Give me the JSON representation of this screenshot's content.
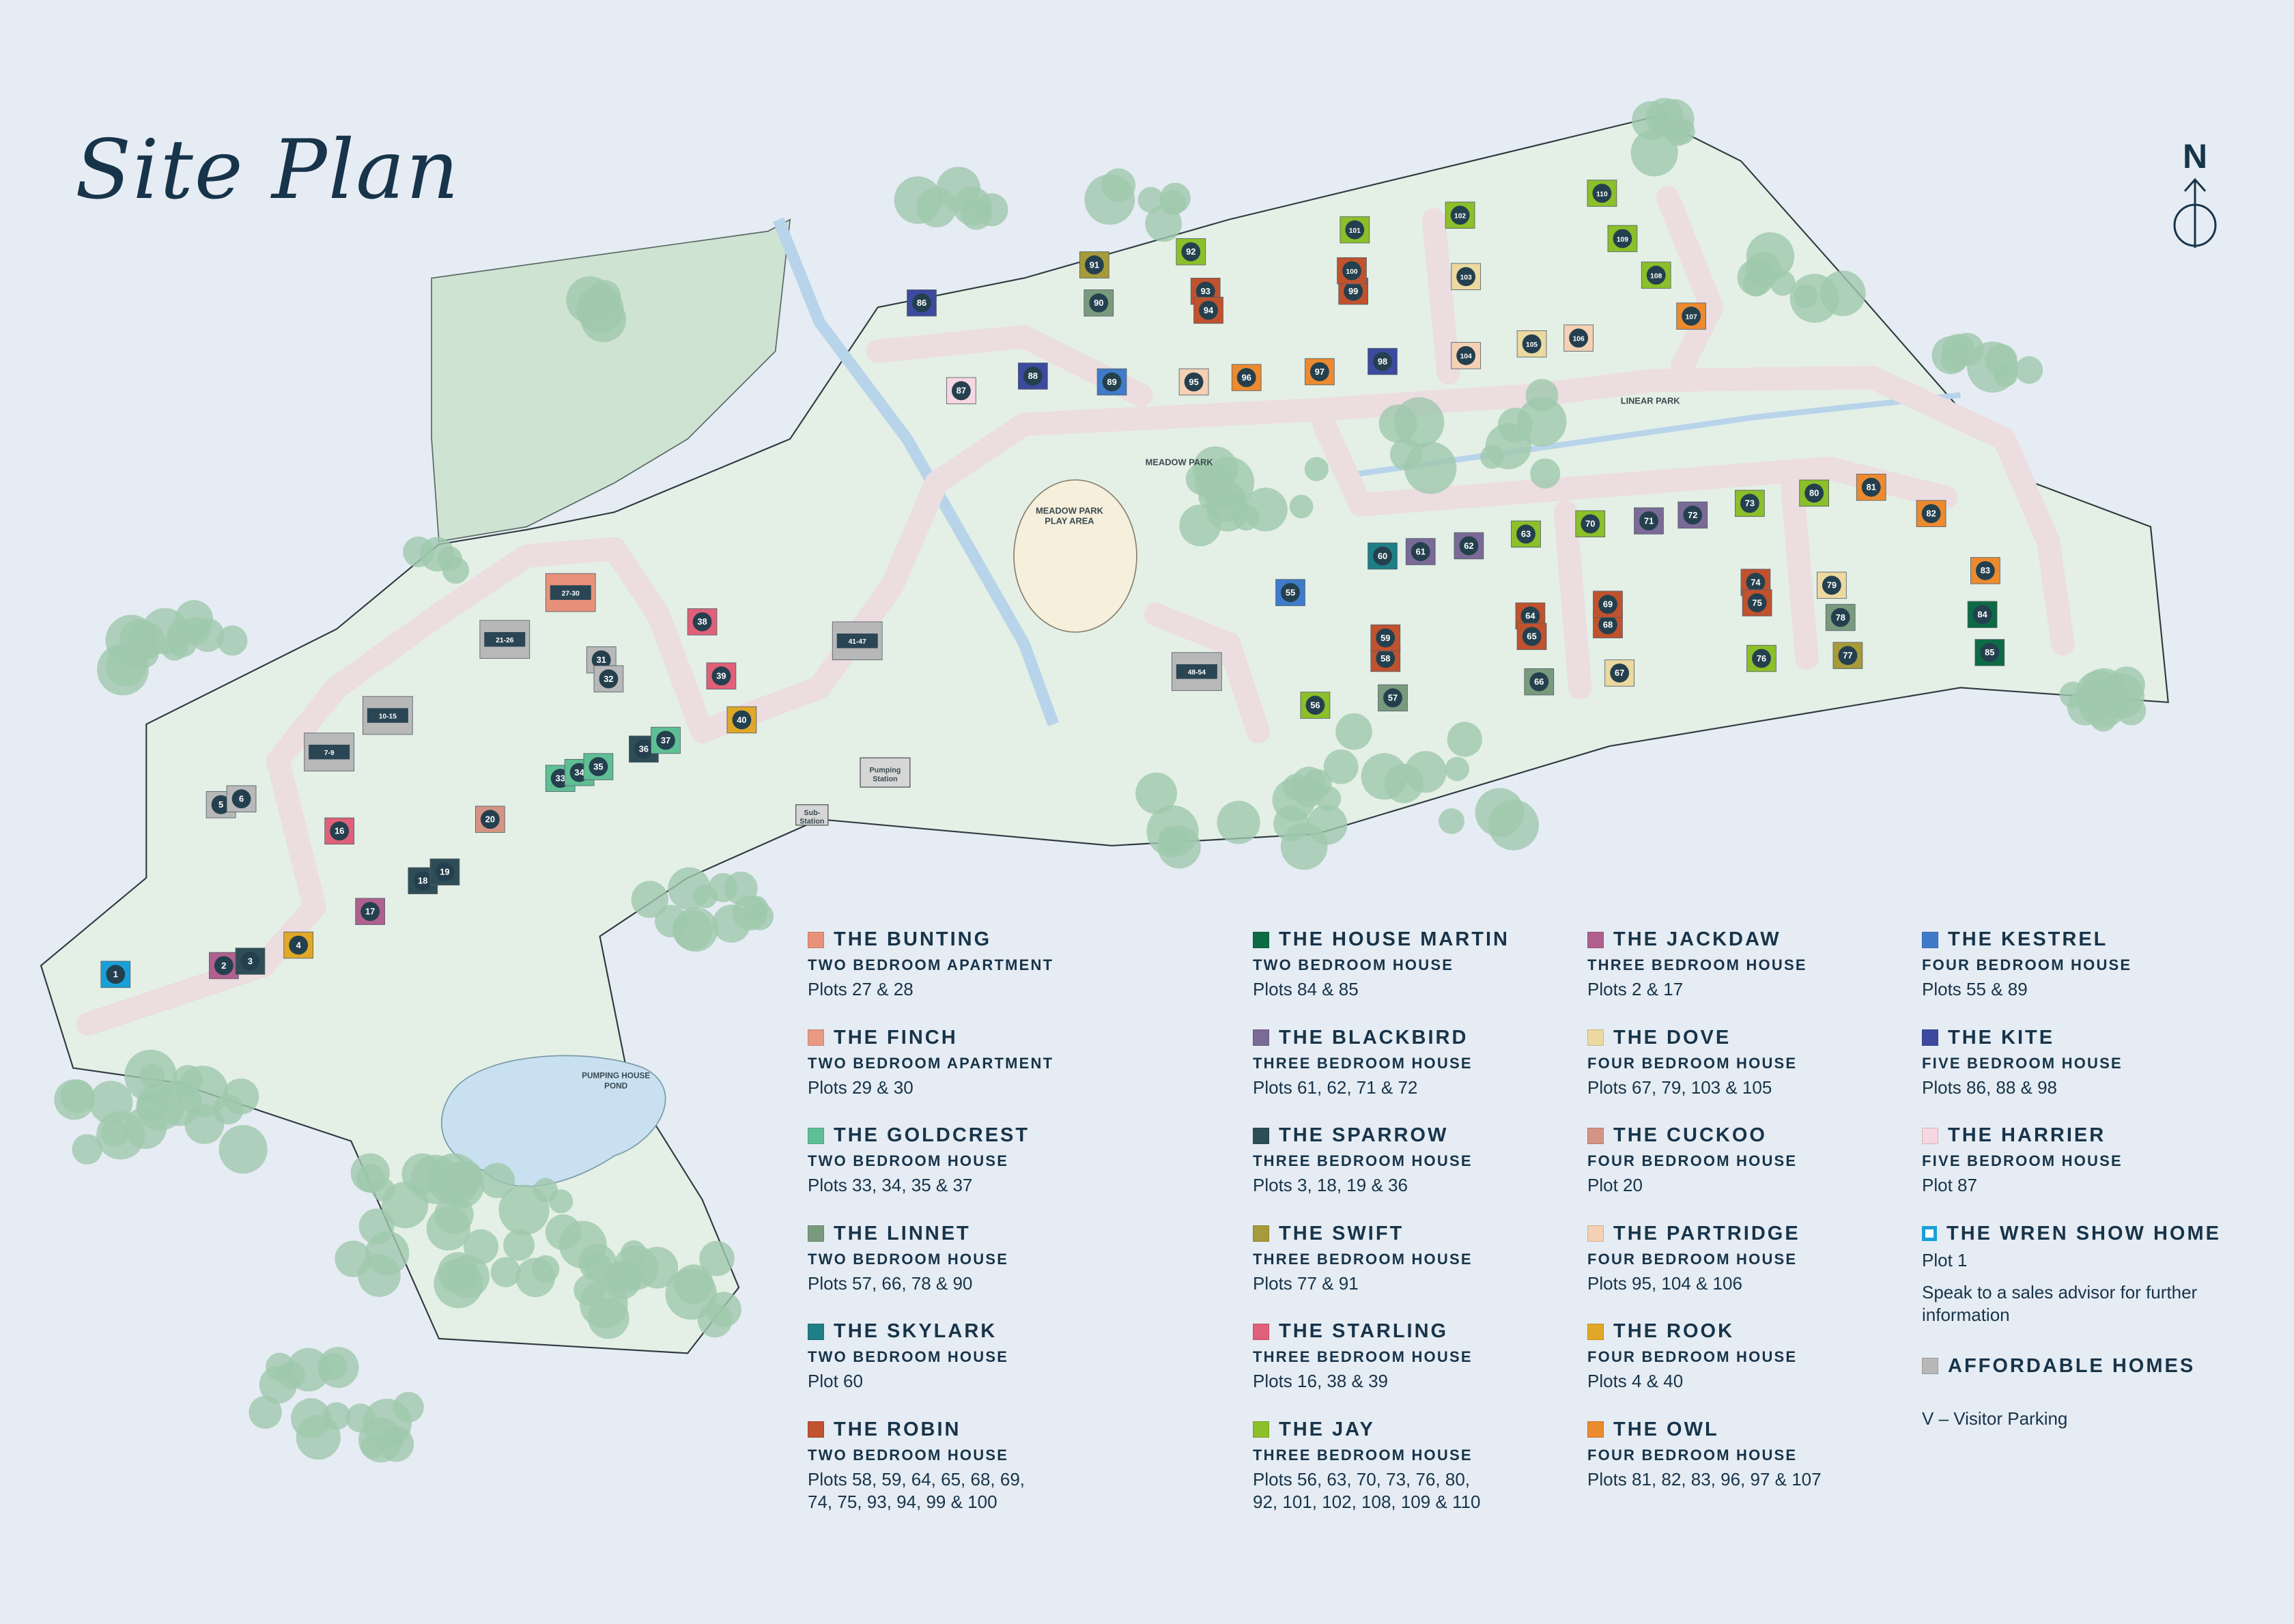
{
  "title": "Site Plan",
  "north_label": "N",
  "map_labels": {
    "linear_park": "LINEAR PARK",
    "meadow_park": "MEADOW PARK",
    "play_area_1": "MEADOW PARK",
    "play_area_2": "PLAY AREA",
    "pond_1": "PUMPING HOUSE",
    "pond_2": "POND",
    "pumping_1": "Pumping",
    "pumping_2": "Station",
    "sub_1": "Sub-",
    "sub_2": "Station"
  },
  "colors": {
    "bunting": "#e8917a",
    "finch": "#e99a82",
    "goldcrest": "#5fbf94",
    "linnet": "#7a9a7e",
    "skylark": "#1e7f86",
    "robin": "#c0522e",
    "house_martin": "#0c6b45",
    "blackbird": "#7a6a96",
    "sparrow": "#2f4d56",
    "swift": "#a69a3a",
    "starling": "#e0607a",
    "jay": "#8cbf2a",
    "jackdaw": "#b0608e",
    "dove": "#ecd9a0",
    "cuckoo": "#d49484",
    "partridge": "#f5d0b4",
    "rook": "#e0a828",
    "owl": "#ec8a30",
    "kestrel": "#3f7bc8",
    "kite": "#3d4aa0",
    "harrier": "#f6d6e0",
    "wren": "#1aa0d8",
    "affordable": "#b8b8b8"
  },
  "legend": {
    "columns": [
      [
        {
          "key": "bunting",
          "name": "THE BUNTING",
          "type": "TWO BEDROOM APARTMENT",
          "plots": "Plots 27 & 28"
        },
        {
          "key": "finch",
          "name": "THE FINCH",
          "type": "TWO BEDROOM APARTMENT",
          "plots": "Plots 29 & 30"
        },
        {
          "key": "goldcrest",
          "name": "THE GOLDCREST",
          "type": "TWO BEDROOM HOUSE",
          "plots": "Plots 33, 34, 35 & 37"
        },
        {
          "key": "linnet",
          "name": "THE LINNET",
          "type": "TWO BEDROOM HOUSE",
          "plots": "Plots 57, 66, 78 & 90"
        },
        {
          "key": "skylark",
          "name": "THE SKYLARK",
          "type": "TWO BEDROOM HOUSE",
          "plots": "Plot 60"
        },
        {
          "key": "robin",
          "name": "THE ROBIN",
          "type": "TWO BEDROOM HOUSE",
          "plots": "Plots 58, 59, 64, 65, 68, 69,",
          "plots2": "74, 75, 93, 94, 99 & 100"
        }
      ],
      [
        {
          "key": "house_martin",
          "name": "THE HOUSE MARTIN",
          "type": "TWO BEDROOM HOUSE",
          "plots": "Plots 84 & 85"
        },
        {
          "key": "blackbird",
          "name": "THE BLACKBIRD",
          "type": "THREE BEDROOM HOUSE",
          "plots": "Plots 61, 62, 71 & 72"
        },
        {
          "key": "sparrow",
          "name": "THE SPARROW",
          "type": "THREE BEDROOM HOUSE",
          "plots": "Plots 3, 18, 19 & 36"
        },
        {
          "key": "swift",
          "name": "THE SWIFT",
          "type": "THREE BEDROOM HOUSE",
          "plots": "Plots 77 & 91"
        },
        {
          "key": "starling",
          "name": "THE STARLING",
          "type": "THREE BEDROOM HOUSE",
          "plots": "Plots 16, 38 & 39"
        },
        {
          "key": "jay",
          "name": "THE JAY",
          "type": "THREE BEDROOM HOUSE",
          "plots": "Plots 56, 63, 70, 73, 76, 80,",
          "plots2": "92, 101, 102, 108, 109 & 110"
        }
      ],
      [
        {
          "key": "jackdaw",
          "name": "THE JACKDAW",
          "type": "THREE BEDROOM HOUSE",
          "plots": "Plots 2 & 17"
        },
        {
          "key": "dove",
          "name": "THE DOVE",
          "type": "FOUR BEDROOM HOUSE",
          "plots": "Plots 67, 79, 103 & 105"
        },
        {
          "key": "cuckoo",
          "name": "THE CUCKOO",
          "type": "FOUR BEDROOM HOUSE",
          "plots": "Plot 20"
        },
        {
          "key": "partridge",
          "name": "THE PARTRIDGE",
          "type": "FOUR BEDROOM HOUSE",
          "plots": "Plots 95, 104 & 106"
        },
        {
          "key": "rook",
          "name": "THE ROOK",
          "type": "FOUR BEDROOM HOUSE",
          "plots": "Plots 4 & 40"
        },
        {
          "key": "owl",
          "name": "THE OWL",
          "type": "FOUR BEDROOM HOUSE",
          "plots": "Plots 81, 82, 83, 96, 97 & 107"
        }
      ],
      [
        {
          "key": "kestrel",
          "name": "THE KESTREL",
          "type": "FOUR BEDROOM HOUSE",
          "plots": "Plots 55 & 89"
        },
        {
          "key": "kite",
          "name": "THE KITE",
          "type": "FIVE BEDROOM HOUSE",
          "plots": "Plots 86, 88 & 98"
        },
        {
          "key": "harrier",
          "name": "THE HARRIER",
          "type": "FIVE BEDROOM HOUSE",
          "plots": "Plot 87"
        }
      ]
    ],
    "wren": {
      "key": "wren",
      "name": "THE WREN SHOW HOME",
      "plots": "Plot 1",
      "note": "Speak to a sales advisor for further information"
    },
    "affordable": {
      "key": "affordable",
      "name": "AFFORDABLE HOMES"
    },
    "visitor_parking": "V – Visitor Parking"
  },
  "plots": [
    {
      "n": "1",
      "k": "wren"
    },
    {
      "n": "2",
      "k": "jackdaw"
    },
    {
      "n": "3",
      "k": "sparrow"
    },
    {
      "n": "4",
      "k": "rook"
    },
    {
      "n": "5",
      "k": "affordable"
    },
    {
      "n": "6",
      "k": "affordable"
    },
    {
      "n": "7-9",
      "k": "affordable"
    },
    {
      "n": "10-15",
      "k": "affordable"
    },
    {
      "n": "16",
      "k": "starling"
    },
    {
      "n": "17",
      "k": "jackdaw"
    },
    {
      "n": "18",
      "k": "sparrow"
    },
    {
      "n": "19",
      "k": "sparrow"
    },
    {
      "n": "20",
      "k": "cuckoo"
    },
    {
      "n": "21-26",
      "k": "affordable"
    },
    {
      "n": "27-30",
      "k": "bunting"
    },
    {
      "n": "31",
      "k": "affordable"
    },
    {
      "n": "32",
      "k": "affordable"
    },
    {
      "n": "33",
      "k": "goldcrest"
    },
    {
      "n": "34",
      "k": "goldcrest"
    },
    {
      "n": "35",
      "k": "goldcrest"
    },
    {
      "n": "36",
      "k": "sparrow"
    },
    {
      "n": "37",
      "k": "goldcrest"
    },
    {
      "n": "38",
      "k": "starling"
    },
    {
      "n": "39",
      "k": "starling"
    },
    {
      "n": "40",
      "k": "rook"
    },
    {
      "n": "41-47",
      "k": "affordable"
    },
    {
      "n": "48-54",
      "k": "affordable"
    },
    {
      "n": "55",
      "k": "kestrel"
    },
    {
      "n": "56",
      "k": "jay"
    },
    {
      "n": "57",
      "k": "linnet"
    },
    {
      "n": "58",
      "k": "robin"
    },
    {
      "n": "59",
      "k": "robin"
    },
    {
      "n": "60",
      "k": "skylark"
    },
    {
      "n": "61",
      "k": "blackbird"
    },
    {
      "n": "62",
      "k": "blackbird"
    },
    {
      "n": "63",
      "k": "jay"
    },
    {
      "n": "64",
      "k": "robin"
    },
    {
      "n": "65",
      "k": "robin"
    },
    {
      "n": "66",
      "k": "linnet"
    },
    {
      "n": "67",
      "k": "dove"
    },
    {
      "n": "68",
      "k": "robin"
    },
    {
      "n": "69",
      "k": "robin"
    },
    {
      "n": "70",
      "k": "jay"
    },
    {
      "n": "71",
      "k": "blackbird"
    },
    {
      "n": "72",
      "k": "blackbird"
    },
    {
      "n": "73",
      "k": "jay"
    },
    {
      "n": "74",
      "k": "robin"
    },
    {
      "n": "75",
      "k": "robin"
    },
    {
      "n": "76",
      "k": "jay"
    },
    {
      "n": "77",
      "k": "swift"
    },
    {
      "n": "78",
      "k": "linnet"
    },
    {
      "n": "79",
      "k": "dove"
    },
    {
      "n": "80",
      "k": "jay"
    },
    {
      "n": "81",
      "k": "owl"
    },
    {
      "n": "82",
      "k": "owl"
    },
    {
      "n": "83",
      "k": "owl"
    },
    {
      "n": "84",
      "k": "house_martin"
    },
    {
      "n": "85",
      "k": "house_martin"
    },
    {
      "n": "86",
      "k": "kite"
    },
    {
      "n": "87",
      "k": "harrier"
    },
    {
      "n": "88",
      "k": "kite"
    },
    {
      "n": "89",
      "k": "kestrel"
    },
    {
      "n": "90",
      "k": "linnet"
    },
    {
      "n": "91",
      "k": "swift"
    },
    {
      "n": "92",
      "k": "jay"
    },
    {
      "n": "93",
      "k": "robin"
    },
    {
      "n": "94",
      "k": "robin"
    },
    {
      "n": "95",
      "k": "partridge"
    },
    {
      "n": "96",
      "k": "owl"
    },
    {
      "n": "97",
      "k": "owl"
    },
    {
      "n": "98",
      "k": "kite"
    },
    {
      "n": "99",
      "k": "robin"
    },
    {
      "n": "100",
      "k": "robin"
    },
    {
      "n": "101",
      "k": "jay"
    },
    {
      "n": "102",
      "k": "jay"
    },
    {
      "n": "103",
      "k": "dove"
    },
    {
      "n": "104",
      "k": "partridge"
    },
    {
      "n": "105",
      "k": "dove"
    },
    {
      "n": "106",
      "k": "partridge"
    },
    {
      "n": "107",
      "k": "owl"
    },
    {
      "n": "108",
      "k": "jay"
    },
    {
      "n": "109",
      "k": "jay"
    },
    {
      "n": "110",
      "k": "jay"
    }
  ]
}
